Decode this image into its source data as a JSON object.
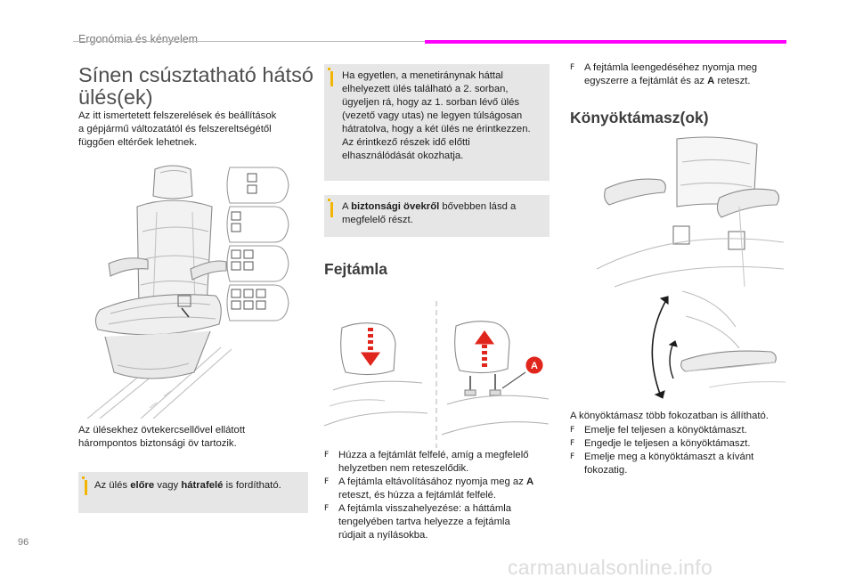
{
  "header": {
    "title": "Ergonómia és kényelem",
    "accent_color": "#ff00ff"
  },
  "section": {
    "title_line1": "Sínen csúsztatható hátsó",
    "title_line2": "ülés(ek)"
  },
  "intro": {
    "line1": "Az itt ismertetett felszerelések és beállítások",
    "line2": "a gépjármű változatától és felszereltségétől",
    "line3": "függően eltérőek lehetnek."
  },
  "belt_text": {
    "line1": "Az ülésekhez övtekercsellővel ellátott",
    "line2": "hárompontos biztonsági öv tartozik."
  },
  "note_rotate": {
    "pre": "Az ülés ",
    "bold1": "előre",
    "mid": " vagy ",
    "bold2": "hátrafelé",
    "post": " is fordítható."
  },
  "note_warning": {
    "lines": [
      "Ha egyetlen, a menetiránynak háttal",
      "elhelyezett ülés található a 2. sorban,",
      "ügyeljen rá, hogy az 1. sorban lévő ülés",
      "(vezető vagy utas) ne legyen túlságosan",
      "hátratolva, hogy a két ülés ne érintkezzen.",
      "Az érintkező részek idő előtti",
      "elhasználódását okozhatja."
    ]
  },
  "note_belts": {
    "pre": "A ",
    "bold": "biztonsági övekről",
    "post": " bővebben lásd a",
    "line2": "megfelelő részt."
  },
  "headrest": {
    "title": "Fejtámla",
    "marker": "A",
    "steps": [
      {
        "line1": "Húzza a fejtámlát felfelé, amíg a megfelelő",
        "line2": "helyzetben nem reteszelődik."
      },
      {
        "line1_pre": "A fejtámla eltávolításához nyomja meg az ",
        "line1_bold": "A",
        "line2": "reteszt, és húzza a fejtámlát felfelé."
      },
      {
        "line1": "A fejtámla visszahelyezése: a háttámla",
        "line2": "tengelyében tartva helyezze a fejtámla",
        "line3": "rúdjait a nyílásokba."
      }
    ]
  },
  "lower_step": {
    "line1": "A fejtámla leengedéséhez nyomja meg",
    "line2_pre": "egyszerre a fejtámlát és az ",
    "line2_bold": "A",
    "line2_post": " reteszt."
  },
  "armrest": {
    "title": "Könyöktámasz(ok)",
    "intro": "A könyöktámasz több fokozatban is állítható.",
    "steps": [
      {
        "line1": "Emelje fel teljesen a könyöktámaszt."
      },
      {
        "line1": "Engedje le teljesen a könyöktámaszt."
      },
      {
        "line1": "Emelje meg a könyöktámaszt a kívánt",
        "line2": "fokozatig."
      }
    ]
  },
  "bullet_glyph": "F",
  "page_number": "96",
  "watermark": "carmanualsonline.info",
  "colors": {
    "note_bg": "#e6e6e6",
    "note_bar": "#f2b600",
    "arrow_red": "#e0261c"
  }
}
